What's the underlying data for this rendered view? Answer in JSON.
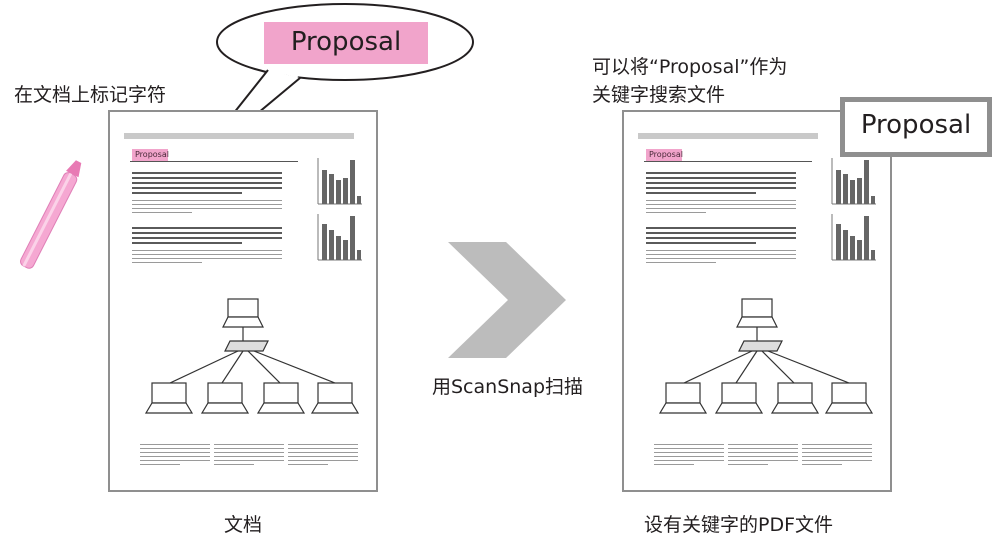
{
  "callout": {
    "marker_text": "Proposal",
    "label": "在文档上标记字符"
  },
  "left_document": {
    "heading": "Proposal",
    "caption": "文档"
  },
  "arrow": {
    "label": "用ScanSnap扫描"
  },
  "right_document": {
    "heading": "Proposal",
    "keyword_box": "Proposal",
    "note_line1": "可以将“Proposal”作为",
    "note_line2": "关键字搜索文件",
    "caption": "设有关键字的PDF文件"
  },
  "colors": {
    "highlight": "#f1a4cb",
    "arrow": "#bcbcbc",
    "pen": "#f5a8d2",
    "border": "#8f8f8f"
  }
}
